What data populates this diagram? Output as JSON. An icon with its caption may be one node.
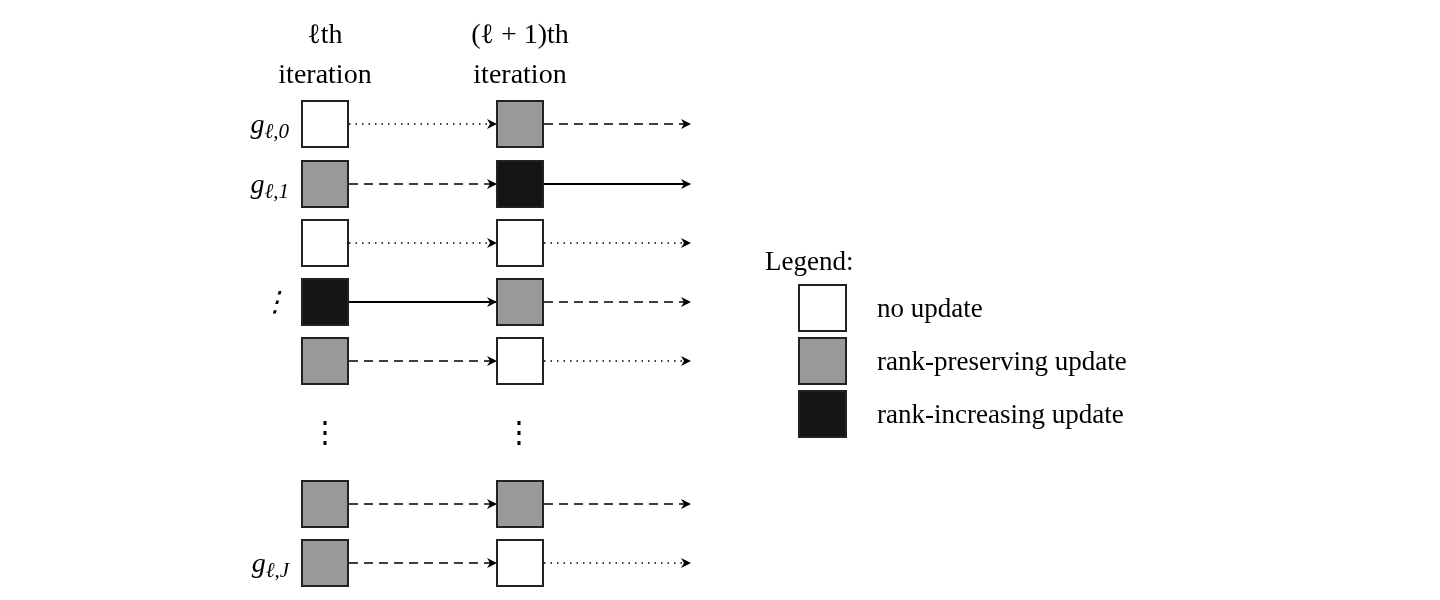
{
  "diagram": {
    "nodes": [
      {
        "text": [],
        "shape": "box",
        "beside": [
          "g$_{ℓ,0}$"
        ]
      },
      {
        "text": [],
        "shape": "box"
      },
      {
        "text": [],
        "shape": "box",
        "beside": [
          "g$_{ℓ,1}$"
        ]
      },
      {
        "text": [],
        "shape": "box"
      },
      {
        "text": [],
        "shape": "box"
      },
      {
        "text": [],
        "shape": "box"
      },
      {
        "text": [],
        "shape": "box",
        "beside": [
          "⋮"
        ]
      },
      {
        "text": [],
        "shape": "box"
      },
      {
        "text": [],
        "shape": "box"
      },
      {
        "text": [],
        "shape": "box"
      },
      {
        "text": [],
        "shape": "box"
      },
      {
        "text": [],
        "shape": "box"
      },
      {
        "text": [],
        "shape": "box",
        "beside": [
          "g$_{ℓ,J}$"
        ]
      },
      {
        "text": [],
        "shape": "box"
      }
    ],
    "edges": [
      {
        "from": 0,
        "to": 1,
        "arrow": "to",
        "style": "dashed"
      },
      {
        "from": 1,
        "to": null,
        "arrow": "to",
        "style": "dashed"
      },
      {
        "from": 2,
        "to": 3,
        "arrow": "to",
        "style": "dashed"
      },
      {
        "from": 3,
        "to": null,
        "arrow": "to"
      },
      {
        "from": 4,
        "to": 5,
        "arrow": "to",
        "style": "dashed"
      },
      {
        "from": 5,
        "to": null,
        "arrow": "to",
        "style": "dashed"
      },
      {
        "from": 6,
        "to": 7,
        "arrow": "to"
      },
      {
        "from": 7,
        "to": null,
        "arrow": "to",
        "style": "dashed"
      },
      {
        "from": 8,
        "to": 9,
        "arrow": "to",
        "style": "dashed"
      },
      {
        "from": 9,
        "to": null,
        "arrow": "to",
        "style": "dashed"
      },
      {
        "from": 10,
        "to": 11,
        "arrow": "to",
        "style": "dashed"
      },
      {
        "from": 11,
        "to": null,
        "arrow": "to",
        "style": "dashed"
      },
      {
        "from": 12,
        "to": 13,
        "arrow": "to",
        "style": "dashed"
      },
      {
        "from": 13,
        "to": null,
        "arrow": "to",
        "style": "dashed"
      }
    ],
    "labels": [
      "ℓth iteration",
      "(ℓ + 1)th iteration",
      "⋮",
      "⋮",
      "Legend:"
    ],
    "legend": [
      {
        "text": "no update",
        "color": "#ffffff"
      },
      {
        "text": "rank-preserving update",
        "color": "#999999"
      },
      {
        "text": "rank-increasing update",
        "color": "#151515"
      }
    ]
  }
}
